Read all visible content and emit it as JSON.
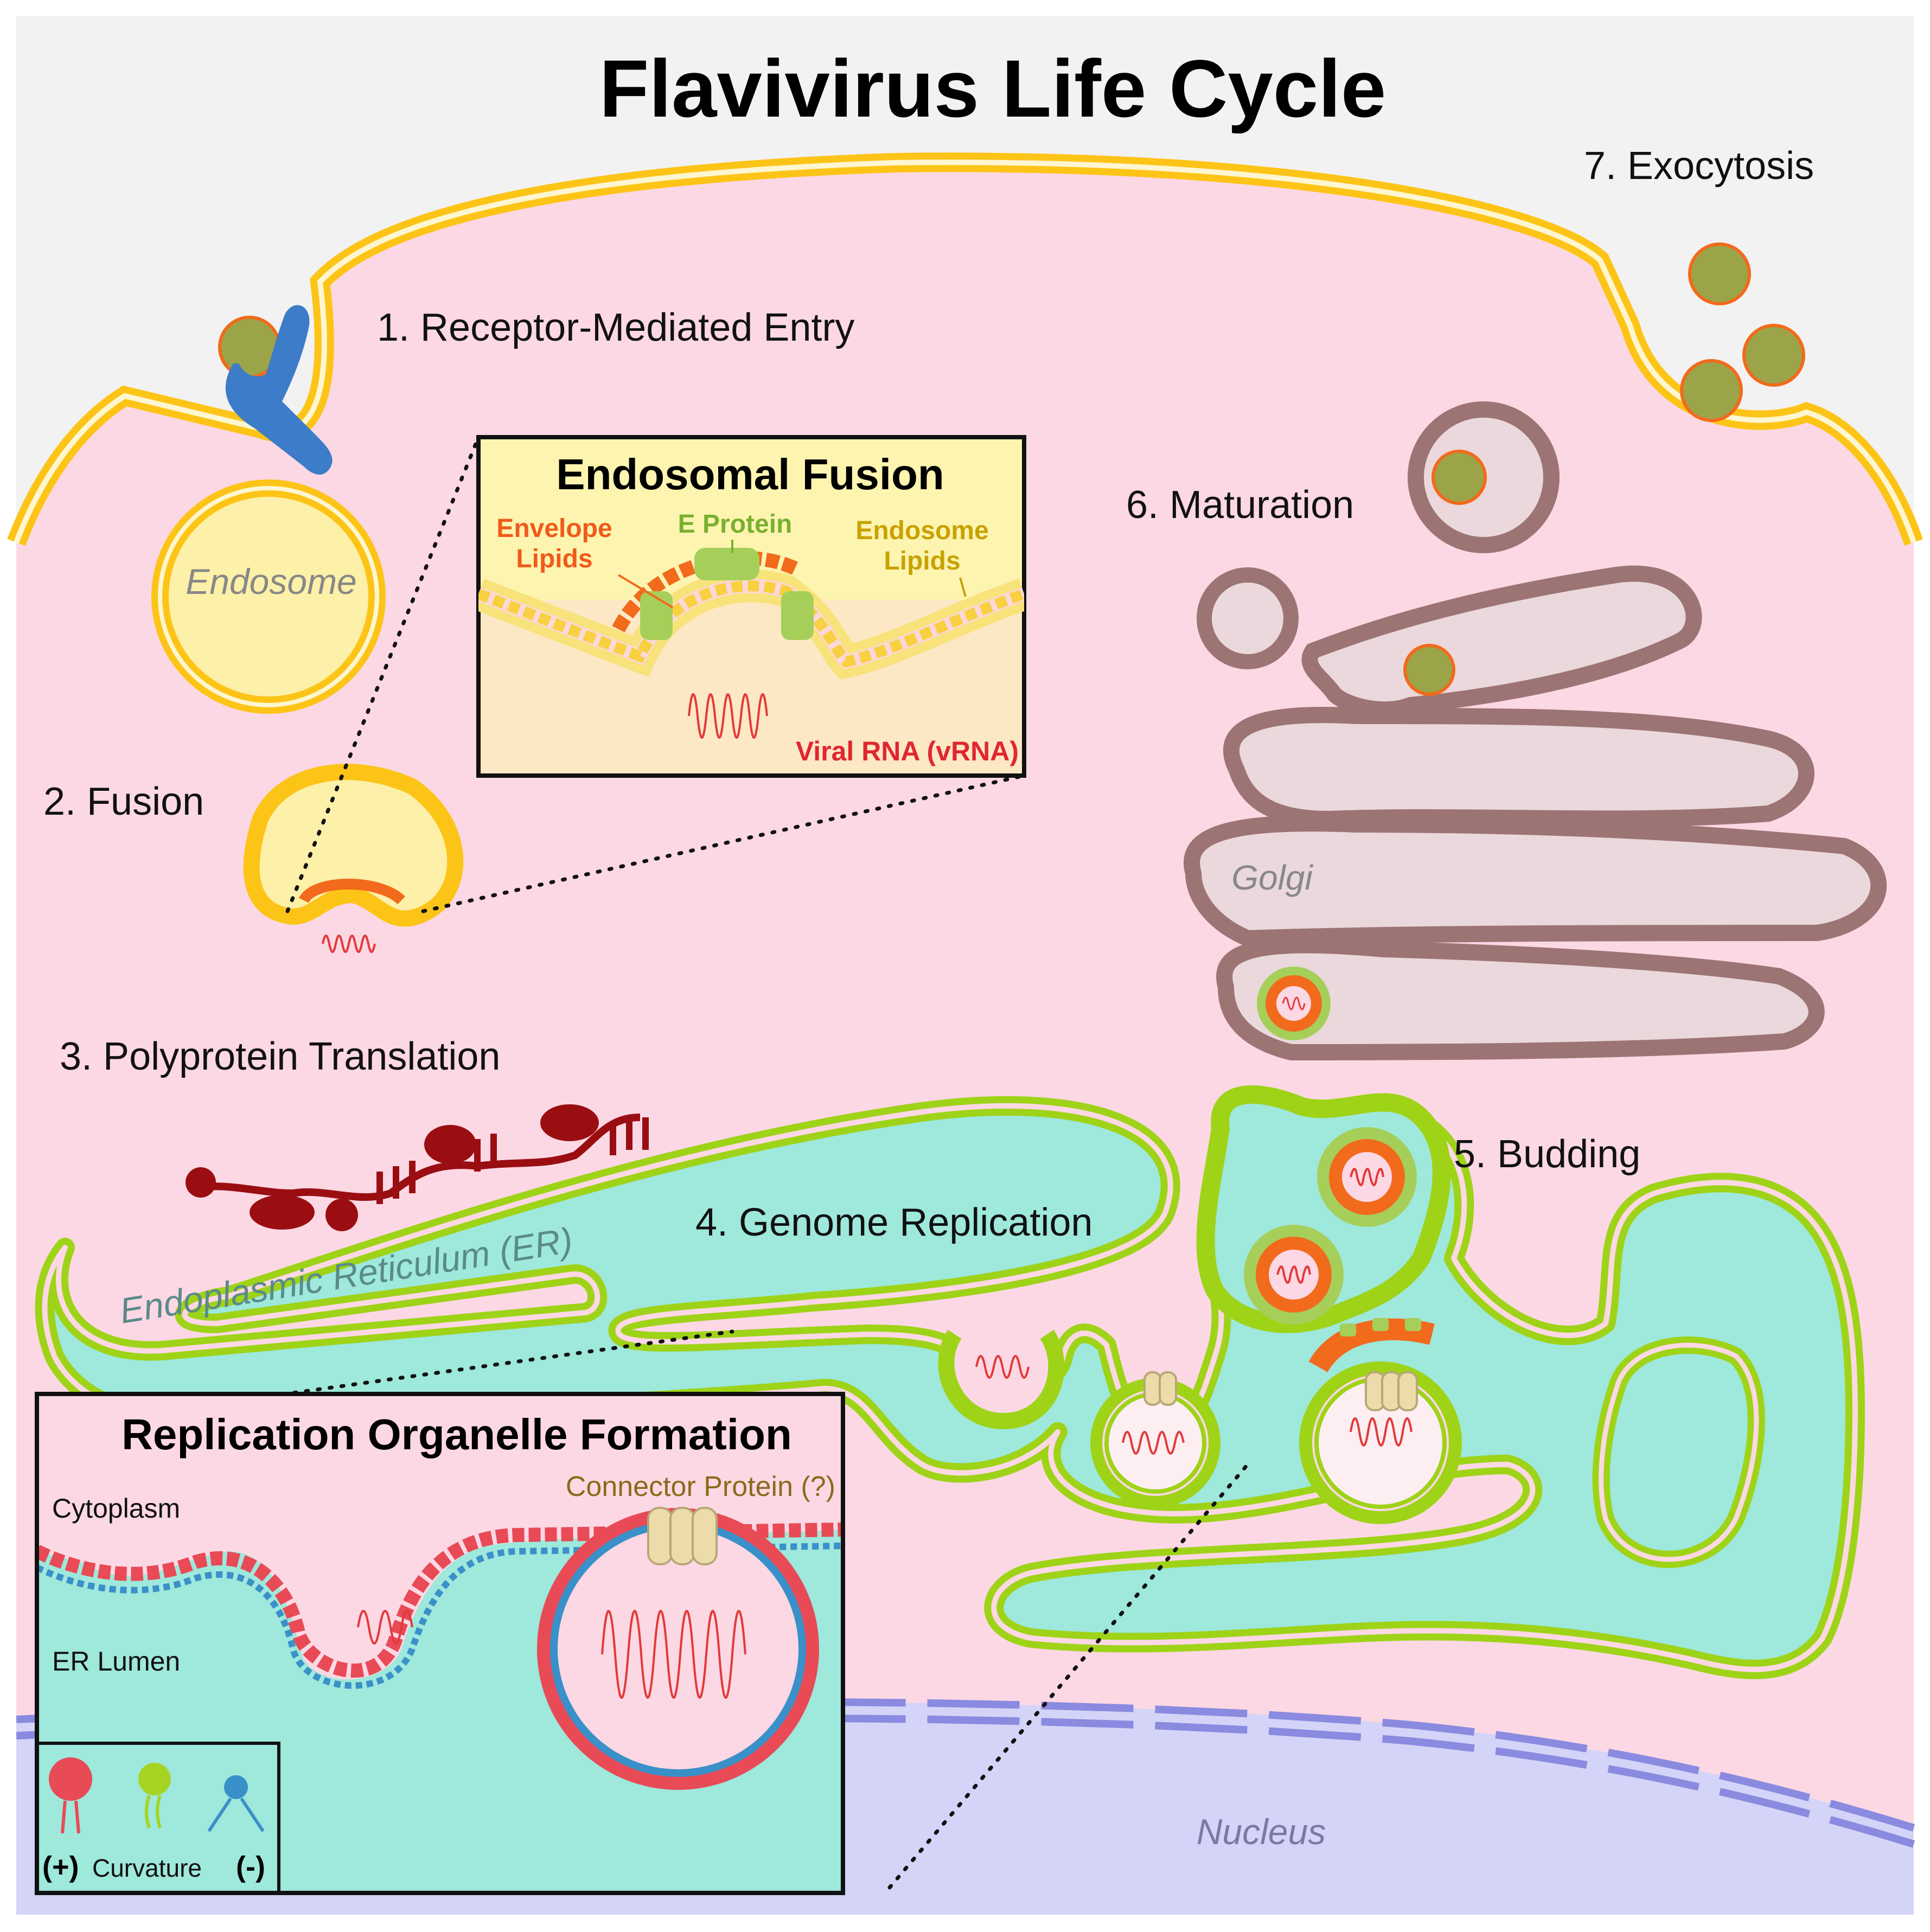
{
  "title": "Flavivirus Life Cycle",
  "steps": {
    "s1": "1. Receptor-Mediated Entry",
    "s2": "2. Fusion",
    "s3": "3. Polyprotein Translation",
    "s4": "4. Genome Replication",
    "s5": "5. Budding",
    "s6": "6. Maturation",
    "s7": "7. Exocytosis"
  },
  "organelles": {
    "endosome": "Endosome",
    "golgi": "Golgi",
    "er": "Endoplasmic Reticulum (ER)",
    "nucleus": "Nucleus"
  },
  "fusion_inset": {
    "title": "Endosomal Fusion",
    "envelope_lipids_1": "Envelope",
    "envelope_lipids_2": "Lipids",
    "e_protein": "E Protein",
    "endosome_lipids_1": "Endosome",
    "endosome_lipids_2": "Lipids",
    "vrna": "Viral RNA (vRNA)"
  },
  "ro_inset": {
    "title": "Replication Organelle Formation",
    "cytoplasm": "Cytoplasm",
    "connector": "Connector Protein (?)",
    "er_lumen": "ER Lumen",
    "legend_plus": "(+)",
    "legend_curvature": "Curvature",
    "legend_minus": "(-)"
  },
  "colors": {
    "background": "#f2f2f2",
    "cytoplasm": "#fcd8e4",
    "plasma_membrane": "#fdc418",
    "endosome_fill": "#fdf0a8",
    "golgi_membrane": "#9c7474",
    "golgi_fill": "#ead8dc",
    "er_membrane": "#9ed318",
    "er_lumen": "#9ee8dc",
    "nucleus": "#d4d4f8",
    "nuclear_envelope": "#8a8ae0",
    "virion_orange": "#f26a1c",
    "vrna_red": "#e23a3a",
    "polyprotein": "#9a0e12",
    "connector_protein": "#ecdcaa",
    "e_protein_green": "#a6cf5a",
    "lipid_red": "#e84a56",
    "lipid_green": "#a6d422",
    "lipid_blue": "#3a90c8",
    "envelope_label": "#f15a1a",
    "e_protein_label": "#7ab030",
    "endosome_label": "#c8a200",
    "vrna_label": "#e2262e",
    "connector_label": "#8a6a1a"
  }
}
